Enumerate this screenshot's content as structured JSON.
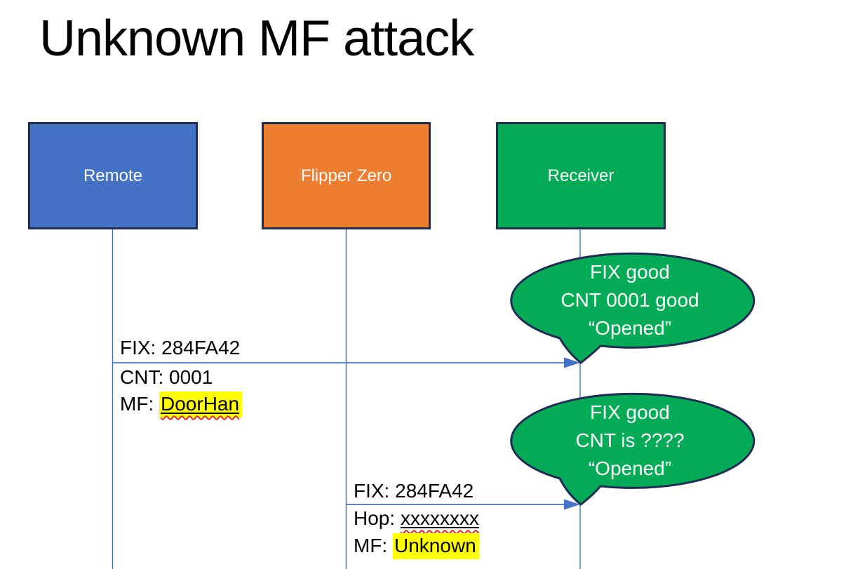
{
  "title": "Unknown MF attack",
  "actors": [
    {
      "label": "Remote"
    },
    {
      "label": "Flipper Zero"
    },
    {
      "label": "Receiver"
    }
  ],
  "bubbles": [
    {
      "lines": [
        "FIX good",
        "CNT 0001 good",
        "“Opened”"
      ]
    },
    {
      "lines": [
        "FIX good",
        "CNT is ????",
        "“Opened”"
      ]
    }
  ],
  "messages": [
    {
      "above": "FIX: 284FA42",
      "line2": "CNT: 0001",
      "line3_prefix": "MF: ",
      "line3_value": "DoorHan"
    },
    {
      "above": "FIX: 284FA42",
      "line2_prefix": "Hop: ",
      "line2_value": "xxxxxxxx",
      "line3_prefix": "MF: ",
      "line3_value": "Unknown"
    }
  ],
  "colors": {
    "remote_fill": "#4472C4",
    "flipper_fill": "#ED7D31",
    "receiver_fill": "#03AB56",
    "bubble_fill": "#03AB56",
    "outline_navy": "#1F2D55",
    "connector_blue": "#4472C4",
    "highlight_yellow": "#FFFF00",
    "squiggle_red": "#E02B20"
  }
}
